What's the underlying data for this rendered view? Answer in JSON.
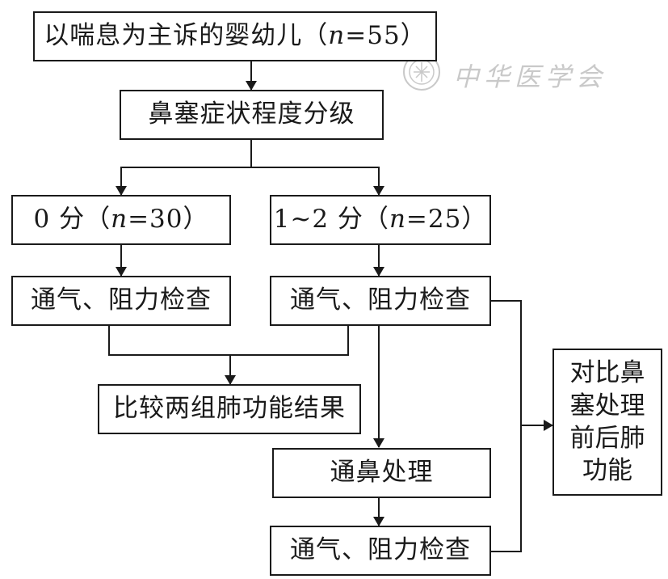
{
  "diagram": {
    "nodes": {
      "top": {
        "label": "以喘息为主诉的婴幼儿（",
        "n_var": "n",
        "n_val": "=55）"
      },
      "grade": {
        "label": "鼻塞症状程度分级"
      },
      "left_group": {
        "label": "0 分（",
        "n_var": "n",
        "n_val": "=30）"
      },
      "right_group": {
        "label": "1~2 分（",
        "n_var": "n",
        "n_val": "=25）"
      },
      "left_test": {
        "label": "通气、阻力检查"
      },
      "right_test": {
        "label": "通气、阻力检查"
      },
      "compare": {
        "label": "比较两组肺功能结果"
      },
      "treat": {
        "label": "通鼻处理"
      },
      "post_test": {
        "label": "通气、阻力检查"
      },
      "side": {
        "lines": [
          "对比鼻",
          "塞处理",
          "前后肺",
          "功能"
        ]
      }
    },
    "edges": [
      {
        "from": "top",
        "to": "grade"
      },
      {
        "from": "grade",
        "to": "left_group"
      },
      {
        "from": "grade",
        "to": "right_group"
      },
      {
        "from": "left_group",
        "to": "left_test"
      },
      {
        "from": "right_group",
        "to": "right_test"
      },
      {
        "from": "left_test",
        "to": "compare"
      },
      {
        "from": "right_test",
        "to": "compare"
      },
      {
        "from": "right_test",
        "to": "treat"
      },
      {
        "from": "treat",
        "to": "post_test"
      },
      {
        "from": "right_test",
        "to": "side"
      },
      {
        "from": "post_test",
        "to": "side"
      }
    ]
  },
  "watermark": {
    "text": "中华医学会",
    "color": "#8a8a8a"
  },
  "colors": {
    "line": "#1a1a1a",
    "background": "#ffffff"
  }
}
